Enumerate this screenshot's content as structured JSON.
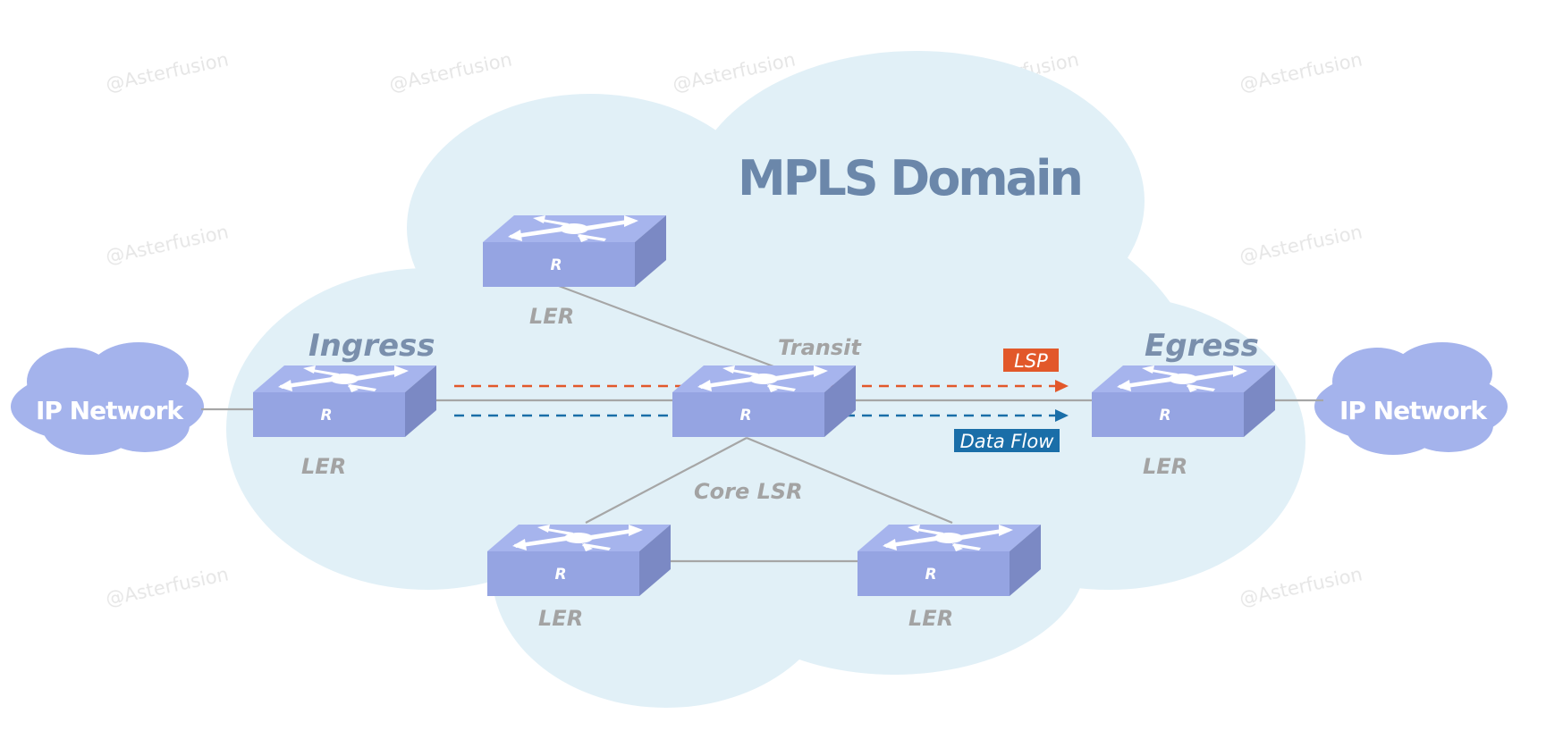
{
  "diagram": {
    "title": "MPLS Domain",
    "routers": [
      {
        "id": "ingress",
        "mark": "R",
        "label": "LER",
        "role": "Ingress"
      },
      {
        "id": "top",
        "mark": "R",
        "label": "LER"
      },
      {
        "id": "core",
        "mark": "R",
        "label": "Core LSR",
        "role": "Transit"
      },
      {
        "id": "egress",
        "mark": "R",
        "label": "LER",
        "role": "Egress"
      },
      {
        "id": "bottom-left",
        "mark": "R",
        "label": "LER"
      },
      {
        "id": "bottom-right",
        "mark": "R",
        "label": "LER"
      }
    ],
    "networks": [
      {
        "id": "left",
        "label": "IP Network"
      },
      {
        "id": "right",
        "label": "IP Network"
      }
    ],
    "links": [
      [
        "left",
        "ingress"
      ],
      [
        "ingress",
        "core"
      ],
      [
        "core",
        "egress"
      ],
      [
        "egress",
        "right"
      ],
      [
        "top",
        "core"
      ],
      [
        "core",
        "bottom-left"
      ],
      [
        "core",
        "bottom-right"
      ],
      [
        "bottom-left",
        "bottom-right"
      ]
    ],
    "flows": [
      {
        "label": "LSP",
        "color": "#e2582a"
      },
      {
        "label": "Data Flow",
        "color": "#1a6ea8"
      }
    ],
    "watermark": "@Asterfusion",
    "colors": {
      "domain_cloud": "#e1f0f7",
      "router_top": "#a4b3ec",
      "ip_cloud": "#a4b3ec",
      "title": "#6b87aa"
    }
  }
}
